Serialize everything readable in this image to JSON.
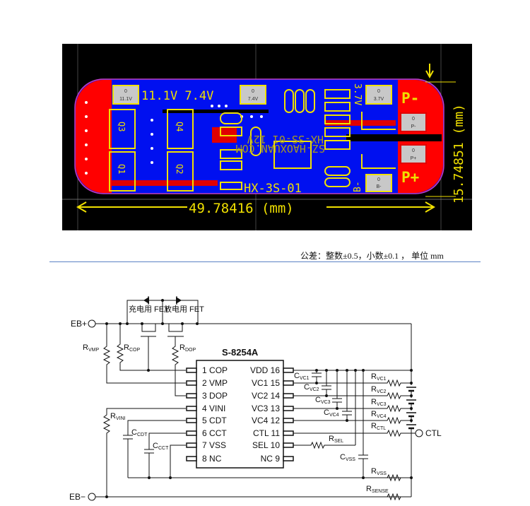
{
  "pcb": {
    "silk_voltage": "11.1V 7.4V",
    "pads": [
      {
        "num": "0",
        "label": "11.1V"
      },
      {
        "num": "0",
        "label": "7.4V"
      },
      {
        "num": "0",
        "label": "3.7V"
      },
      {
        "num": "0",
        "label": "P-"
      },
      {
        "num": "0",
        "label": "P+"
      },
      {
        "num": "0",
        "label": "B-"
      }
    ],
    "terminal_p_minus": "P-",
    "terminal_p_plus": "P+",
    "terminal_b_minus": "B-",
    "silk_37v": "3.7V",
    "board_name": "HX-3S-01",
    "mirrored_line1": "HX-3S-01 12V",
    "mirrored_line2": "SZ-HAOXUAN.COM",
    "transistors": [
      "Q3",
      "Q4",
      "Q1",
      "Q2"
    ],
    "width_dimension": "49.78416 (mm)",
    "height_dimension": "15.74851 (mm)",
    "colors": {
      "top_copper": "#ff0000",
      "bottom_copper": "#0000ff",
      "silk": "#f0e000",
      "outline": "#c040c0"
    }
  },
  "tolerance_note": "公差：整数±0.5，小数±0.1 ， 单位 mm",
  "schematic": {
    "chip": "S-8254A",
    "left_pins": [
      {
        "num": "1",
        "name": "COP"
      },
      {
        "num": "2",
        "name": "VMP"
      },
      {
        "num": "3",
        "name": "DOP"
      },
      {
        "num": "4",
        "name": "VINI"
      },
      {
        "num": "5",
        "name": "CDT"
      },
      {
        "num": "6",
        "name": "CCT"
      },
      {
        "num": "7",
        "name": "VSS"
      },
      {
        "num": "8",
        "name": "NC"
      }
    ],
    "right_pins": [
      {
        "num": "16",
        "name": "VDD"
      },
      {
        "num": "15",
        "name": "VC1"
      },
      {
        "num": "14",
        "name": "VC2"
      },
      {
        "num": "13",
        "name": "VC3"
      },
      {
        "num": "12",
        "name": "VC4"
      },
      {
        "num": "11",
        "name": "CTL"
      },
      {
        "num": "10",
        "name": "SEL"
      },
      {
        "num": "9",
        "name": "NC"
      }
    ],
    "eb_plus": "EB+",
    "eb_minus": "EB−",
    "ctl_terminal": "CTL",
    "charge_fet": "充电用 FET",
    "discharge_fet": "放电用 FET",
    "components": {
      "rvmp": {
        "main": "R",
        "sub": "VMP"
      },
      "rcop": {
        "main": "R",
        "sub": "COP"
      },
      "rdop": {
        "main": "R",
        "sub": "DOP"
      },
      "rvini": {
        "main": "R",
        "sub": "VINI"
      },
      "ccdt": {
        "main": "C",
        "sub": "CDT"
      },
      "ccct": {
        "main": "C",
        "sub": "CCT"
      },
      "cvc1": {
        "main": "C",
        "sub": "VC1"
      },
      "cvc2": {
        "main": "C",
        "sub": "VC2"
      },
      "cvc3": {
        "main": "C",
        "sub": "VC3"
      },
      "cvc4": {
        "main": "C",
        "sub": "VC4"
      },
      "cvss": {
        "main": "C",
        "sub": "VSS"
      },
      "rvc1": {
        "main": "R",
        "sub": "VC1"
      },
      "rvc2": {
        "main": "R",
        "sub": "VC2"
      },
      "rvc3": {
        "main": "R",
        "sub": "VC3"
      },
      "rvc4": {
        "main": "R",
        "sub": "VC4"
      },
      "rctl": {
        "main": "R",
        "sub": "CTL"
      },
      "rsel": {
        "main": "R",
        "sub": "SEL"
      },
      "rvss": {
        "main": "R",
        "sub": "VSS"
      },
      "rsense": {
        "main": "R",
        "sub": "SENSE"
      }
    }
  }
}
